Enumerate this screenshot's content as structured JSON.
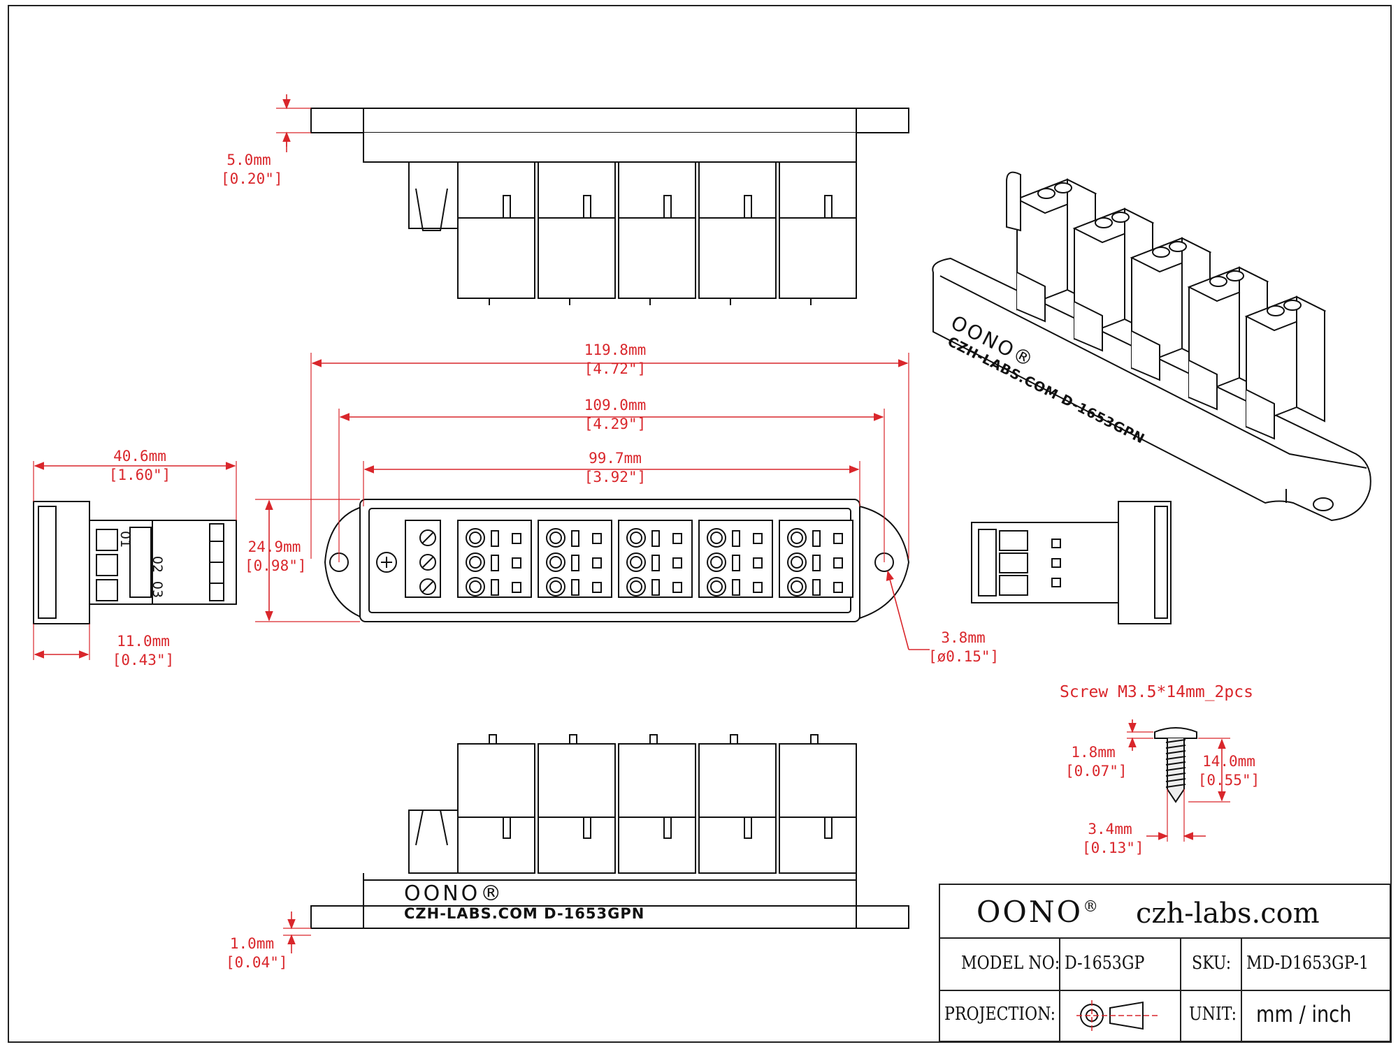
{
  "dimensions": {
    "height_5": {
      "mm": "5.0mm",
      "inch": "[0.20\"]"
    },
    "width_119": {
      "mm": "119.8mm",
      "inch": "[4.72\"]"
    },
    "width_109": {
      "mm": "109.0mm",
      "inch": "[4.29\"]"
    },
    "width_99": {
      "mm": "99.7mm",
      "inch": "[3.92\"]"
    },
    "depth_40": {
      "mm": "40.6mm",
      "inch": "[1.60\"]"
    },
    "width_24": {
      "mm": "24.9mm",
      "inch": "[0.98\"]"
    },
    "depth_11": {
      "mm": "11.0mm",
      "inch": "[0.43\"]"
    },
    "hole": {
      "mm": "3.8mm",
      "inch": "[ø0.15\"]"
    },
    "base_1": {
      "mm": "1.0mm",
      "inch": "[0.04\"]"
    },
    "screw_head": {
      "mm": "1.8mm",
      "inch": "[0.07\"]"
    },
    "screw_length": {
      "mm": "14.0mm",
      "inch": "[0.55\"]"
    },
    "screw_dia": {
      "mm": "3.4mm",
      "inch": "[0.13\"]"
    }
  },
  "screw_note": "Screw M3.5*14mm_2pcs",
  "base_markings": {
    "brand": "OONO®",
    "site_model": "CZH-LABS.COM  D-1653GPN"
  },
  "iso_markings": {
    "brand": "OONO®",
    "site_model": "CZH-LABS.COM  D-1653GPN"
  },
  "connector_labels": [
    "01",
    "02",
    "03"
  ],
  "title_block": {
    "brand": "OONO",
    "brand_mark": "®",
    "website": "czh-labs.com",
    "model_label": "MODEL NO:",
    "model_value": "D-1653GP",
    "sku_label": "SKU:",
    "sku_value": "MD-D1653GP-1",
    "projection_label": "PROJECTION:",
    "unit_label": "UNIT:",
    "unit_value": "mm / inch"
  },
  "colors": {
    "dimension": "#d9262b",
    "line": "#111111",
    "frame": "#222222"
  }
}
